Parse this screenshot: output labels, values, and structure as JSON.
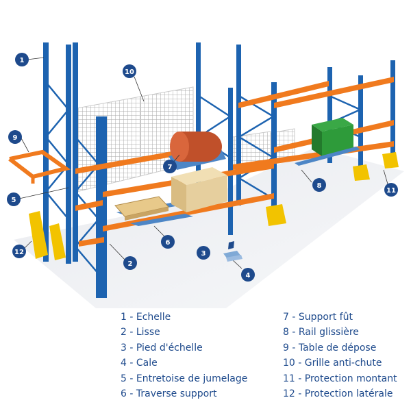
{
  "callouts": [
    {
      "n": "1"
    },
    {
      "n": "2"
    },
    {
      "n": "3"
    },
    {
      "n": "4"
    },
    {
      "n": "5"
    },
    {
      "n": "6"
    },
    {
      "n": "7"
    },
    {
      "n": "8"
    },
    {
      "n": "9"
    },
    {
      "n": "10"
    },
    {
      "n": "11"
    },
    {
      "n": "12"
    }
  ],
  "legend": {
    "left": [
      "1 - Echelle",
      "2 - Lisse",
      "3 - Pied d'échelle",
      "4 - Cale",
      "5 - Entretoise de jumelage",
      "6 - Traverse support"
    ],
    "right": [
      "7 - Support fût",
      "8 - Rail glissière",
      "9 - Table de dépose",
      "10 - Grille anti-chute",
      "11 - Protection montant",
      "12 - Protection latérale"
    ]
  },
  "colors": {
    "upright": "#1d63b0",
    "beam": "#f07a1e",
    "marker": "#1e4a8c",
    "legend_text": "#1e4a8c",
    "protector": "#f2c300",
    "mesh": "#b8b8b8",
    "drum": "#c0502a",
    "crate": "#2e9b3a",
    "pallet": "#e8c98a",
    "box": "#e6cf9e"
  }
}
